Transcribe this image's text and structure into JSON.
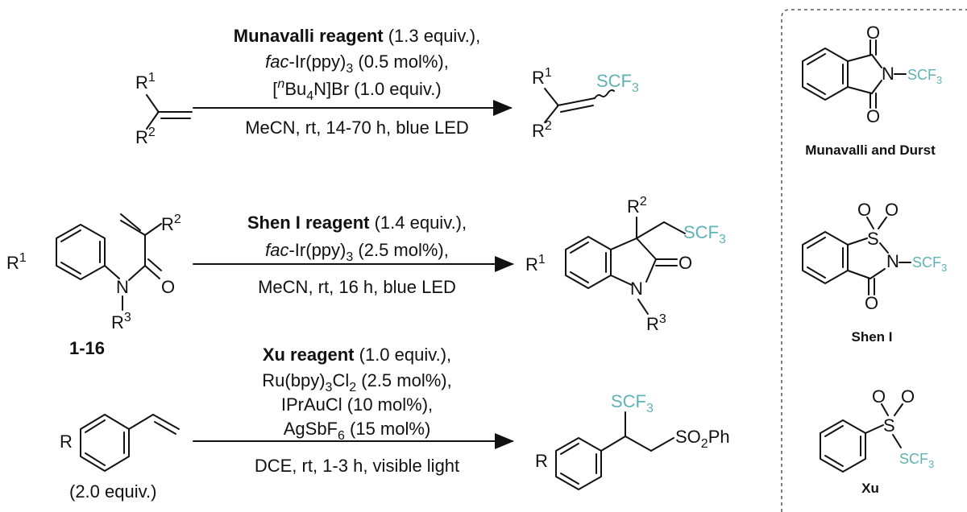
{
  "reactions": [
    {
      "id": "r1",
      "conditions": {
        "line1_bold": "Munavalli reagent",
        "line1_rest": " (1.3 equiv.),",
        "line2_italic": "fac",
        "line2_rest_a": "-Ir(ppy)",
        "line2_sub": "3",
        "line2_rest_b": " (0.5 mol%),",
        "line3_a": "[",
        "line3_sup": "n",
        "line3_b": "Bu",
        "line3_sub": "4",
        "line3_c": "N]Br (1.0 equiv.)",
        "line4": "MeCN, rt, 14-70 h, blue LED"
      },
      "substrate": {
        "r1": "R",
        "r1_sup": "1",
        "r2": "R",
        "r2_sup": "2"
      },
      "product": {
        "r1": "R",
        "r1_sup": "1",
        "r2": "R",
        "r2_sup": "2",
        "group": "SCF",
        "group_sub": "3"
      }
    },
    {
      "id": "r2",
      "conditions": {
        "line1_bold": "Shen I reagent",
        "line1_rest": " (1.4 equiv.),",
        "line2_italic": "fac",
        "line2_rest_a": "-Ir(ppy)",
        "line2_sub": "3",
        "line2_rest_b": " (2.5 mol%),",
        "line3": "MeCN, rt, 16 h, blue LED"
      },
      "substrate": {
        "r1": "R",
        "r1_sup": "1",
        "r2": "R",
        "r2_sup": "2",
        "r3": "R",
        "r3_sup": "3",
        "n": "N",
        "o": "O",
        "label": "1-16"
      },
      "product": {
        "r1": "R",
        "r1_sup": "1",
        "r2": "R",
        "r2_sup": "2",
        "r3": "R",
        "r3_sup": "3",
        "n": "N",
        "o": "O",
        "group": "SCF",
        "group_sub": "3"
      }
    },
    {
      "id": "r3",
      "conditions": {
        "line1_bold": "Xu reagent",
        "line1_rest": " (1.0 equiv.),",
        "line2_a": "Ru(bpy)",
        "line2_sub": "3",
        "line2_b": "Cl",
        "line2_sub2": "2",
        "line2_c": " (2.5 mol%),",
        "line3": "IPrAuCl (10 mol%),",
        "line4_a": "AgSbF",
        "line4_sub": "6",
        "line4_b": " (15 mol%)",
        "line5": "DCE, rt, 1-3 h, visible light"
      },
      "substrate": {
        "r": "R",
        "equiv": "(2.0 equiv.)"
      },
      "product": {
        "r": "R",
        "group": "SCF",
        "group_sub": "3",
        "so2ph_a": "SO",
        "so2ph_sub": "2",
        "so2ph_b": "Ph"
      }
    }
  ],
  "reagents_panel": {
    "munavalli": {
      "name": "Munavalli and Durst",
      "o": "O",
      "n": "N",
      "group": "SCF",
      "group_sub": "3"
    },
    "shen": {
      "name": "Shen I",
      "o": "O",
      "s": "S",
      "n": "N",
      "group": "SCF",
      "group_sub": "3"
    },
    "xu": {
      "name": "Xu",
      "o": "O",
      "s": "S",
      "group": "SCF",
      "group_sub": "3"
    }
  },
  "colors": {
    "accent": "#5fb3b3",
    "ink": "#111111",
    "panel_border": "#555555"
  }
}
